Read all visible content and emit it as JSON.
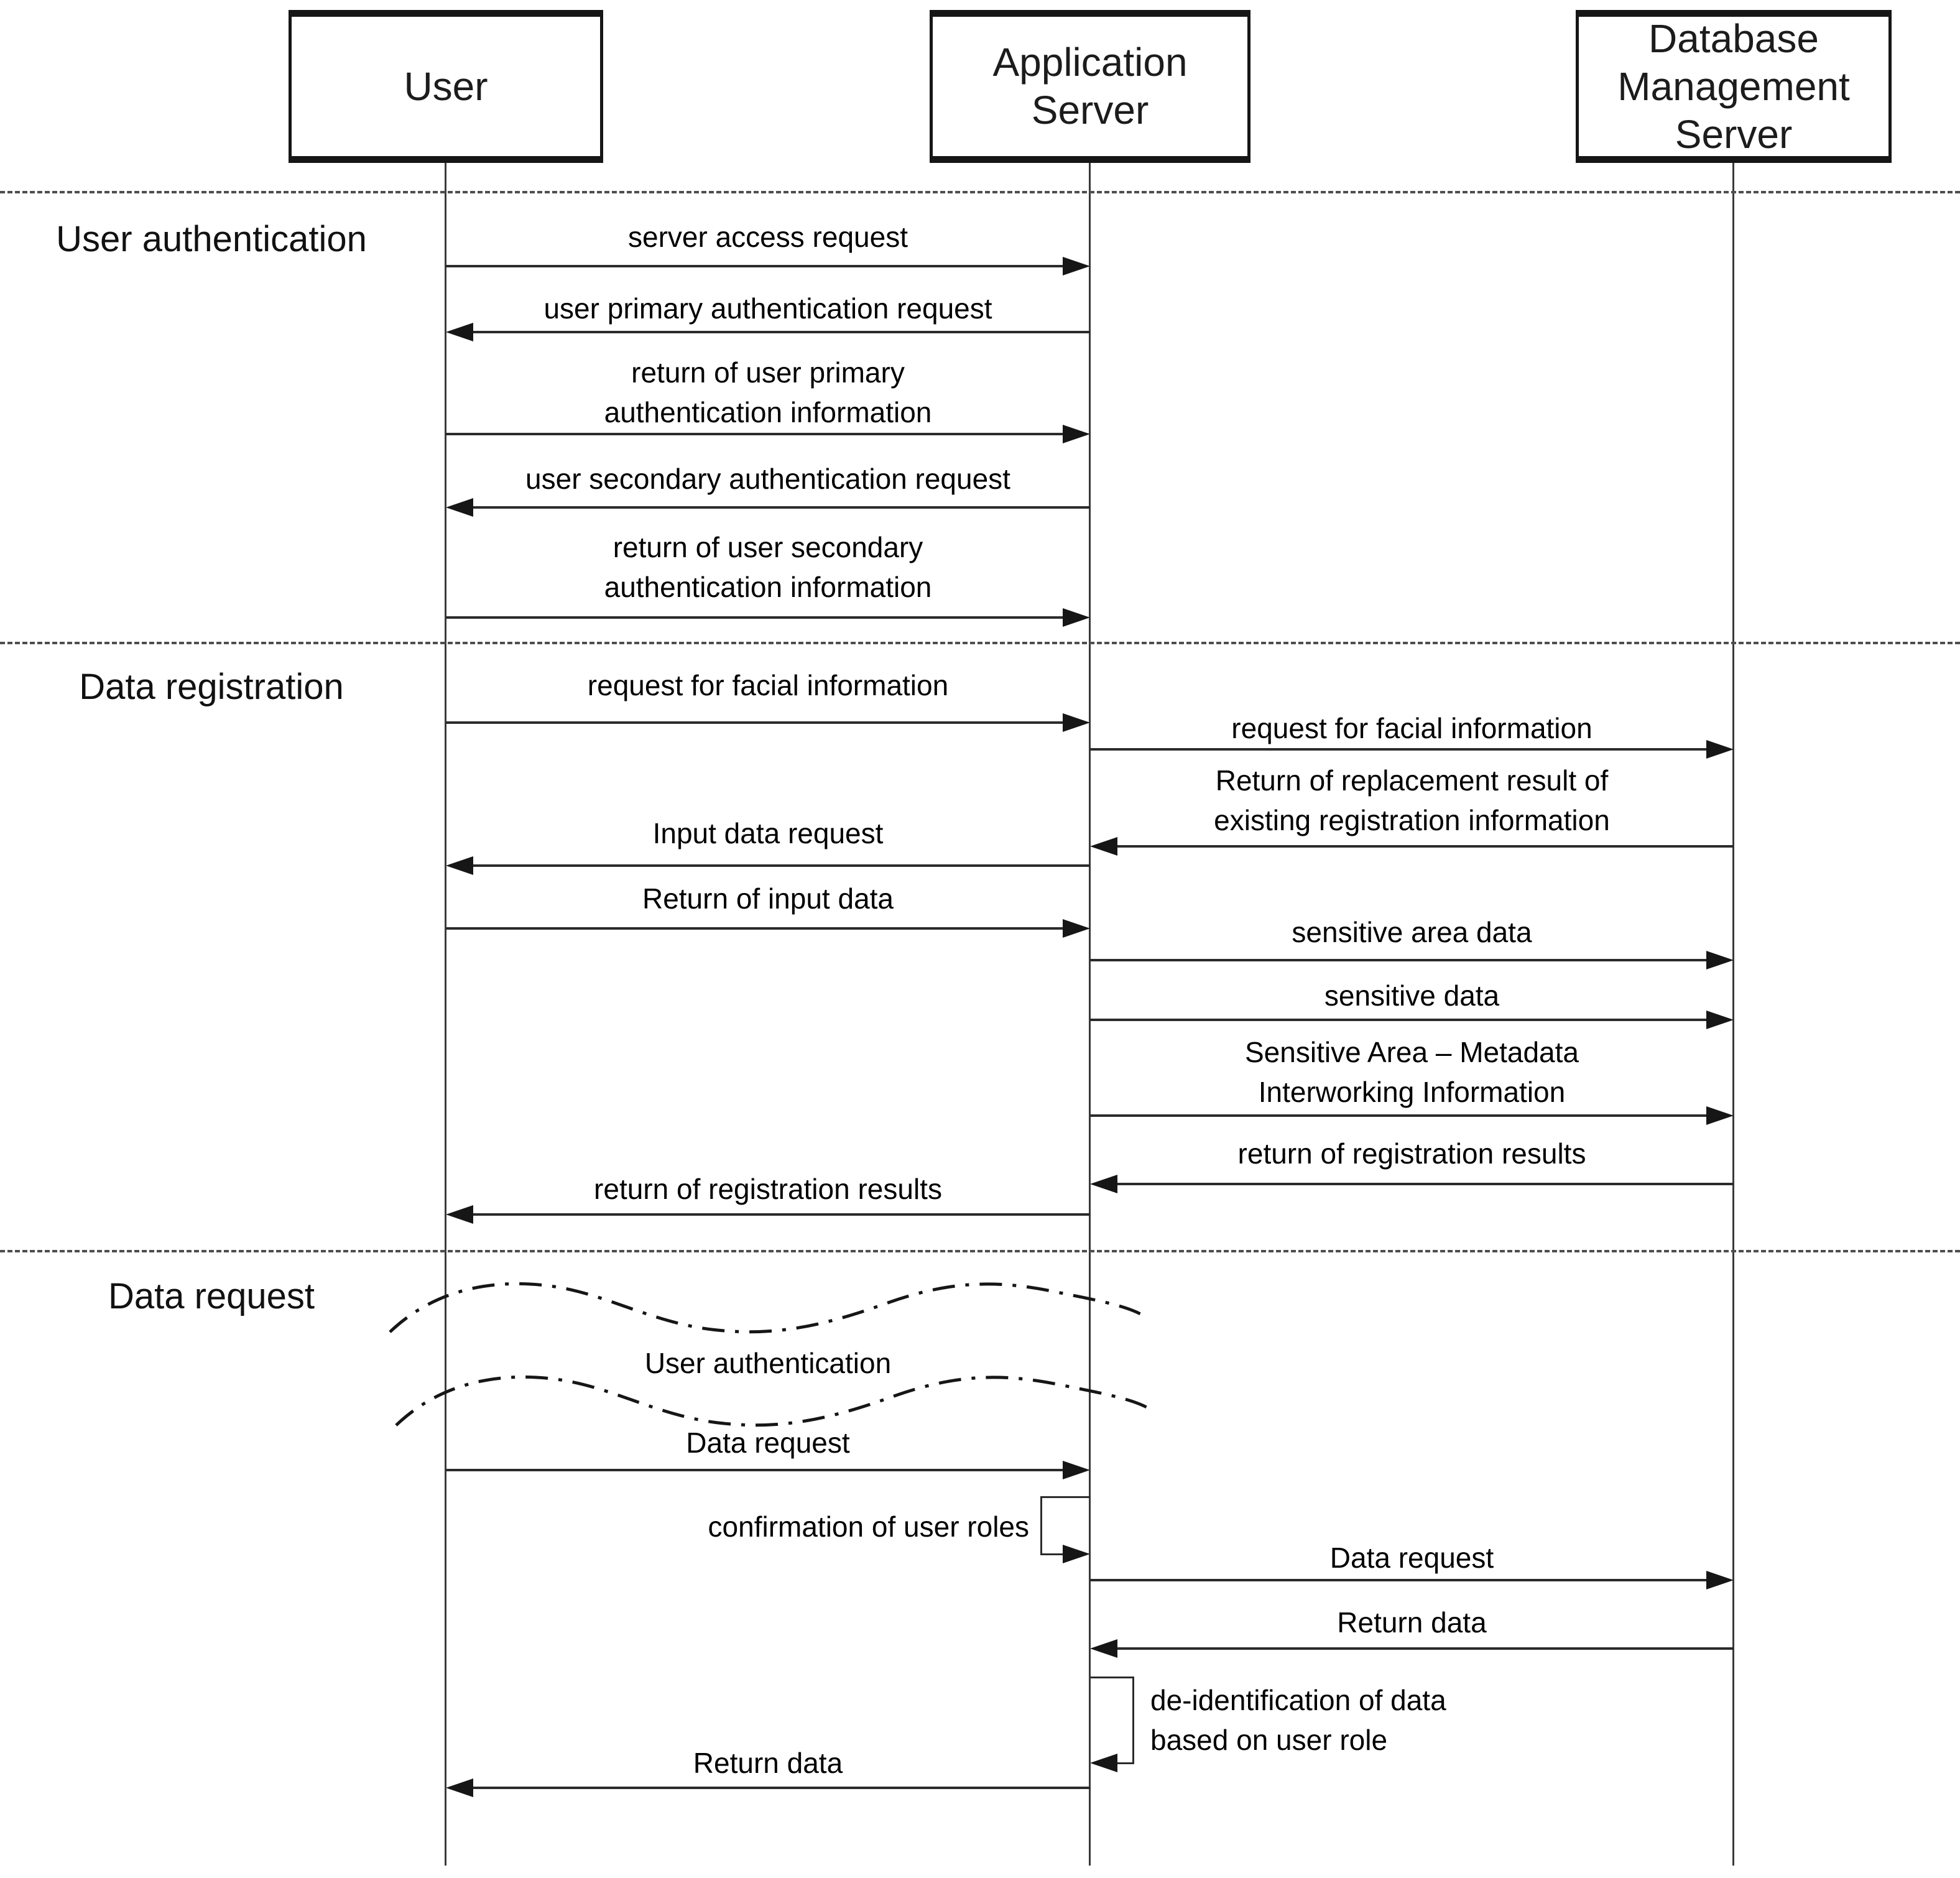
{
  "actors": [
    {
      "id": "user",
      "label": "User"
    },
    {
      "id": "app",
      "label": "Application\nServer"
    },
    {
      "id": "db",
      "label": "Database\nManagement\nServer"
    }
  ],
  "sections": [
    {
      "label": "User authentication"
    },
    {
      "label": "Data registration"
    },
    {
      "label": "Data request"
    }
  ],
  "annotation": {
    "label": "User authentication"
  },
  "messages": [
    {
      "text": "server access request",
      "from": "user",
      "to": "app"
    },
    {
      "text": "user primary authentication request",
      "from": "app",
      "to": "user"
    },
    {
      "text": "return of user primary\nauthentication information",
      "from": "user",
      "to": "app"
    },
    {
      "text": "user secondary authentication request",
      "from": "app",
      "to": "user"
    },
    {
      "text": "return of user secondary\nauthentication information",
      "from": "user",
      "to": "app"
    },
    {
      "text": "request for facial information",
      "from": "user",
      "to": "app"
    },
    {
      "text": "request for facial information",
      "from": "app",
      "to": "db"
    },
    {
      "text": "Return of replacement result of\nexisting registration information",
      "from": "db",
      "to": "app"
    },
    {
      "text": "Input data request",
      "from": "app",
      "to": "user"
    },
    {
      "text": "Return of input data",
      "from": "user",
      "to": "app"
    },
    {
      "text": "sensitive area data",
      "from": "app",
      "to": "db"
    },
    {
      "text": "sensitive data",
      "from": "app",
      "to": "db"
    },
    {
      "text": "Sensitive Area – Metadata\nInterworking Information",
      "from": "app",
      "to": "db"
    },
    {
      "text": "return of registration results",
      "from": "db",
      "to": "app"
    },
    {
      "text": "return of registration results",
      "from": "app",
      "to": "user"
    },
    {
      "text": "Data request",
      "from": "user",
      "to": "app"
    },
    {
      "text": "Data request",
      "from": "app",
      "to": "db"
    },
    {
      "text": "Return data",
      "from": "db",
      "to": "app"
    },
    {
      "text": "Return data",
      "from": "app",
      "to": "user"
    }
  ],
  "self_messages": [
    {
      "text": "confirmation of user roles",
      "actor": "app",
      "side": "left"
    },
    {
      "text": "de-identification of data\nbased on user role",
      "actor": "app",
      "side": "right"
    }
  ],
  "colors": {
    "background": "#ffffff",
    "line": "#2b2b2b",
    "text": "#000000",
    "divider": "#4f4f4f"
  }
}
